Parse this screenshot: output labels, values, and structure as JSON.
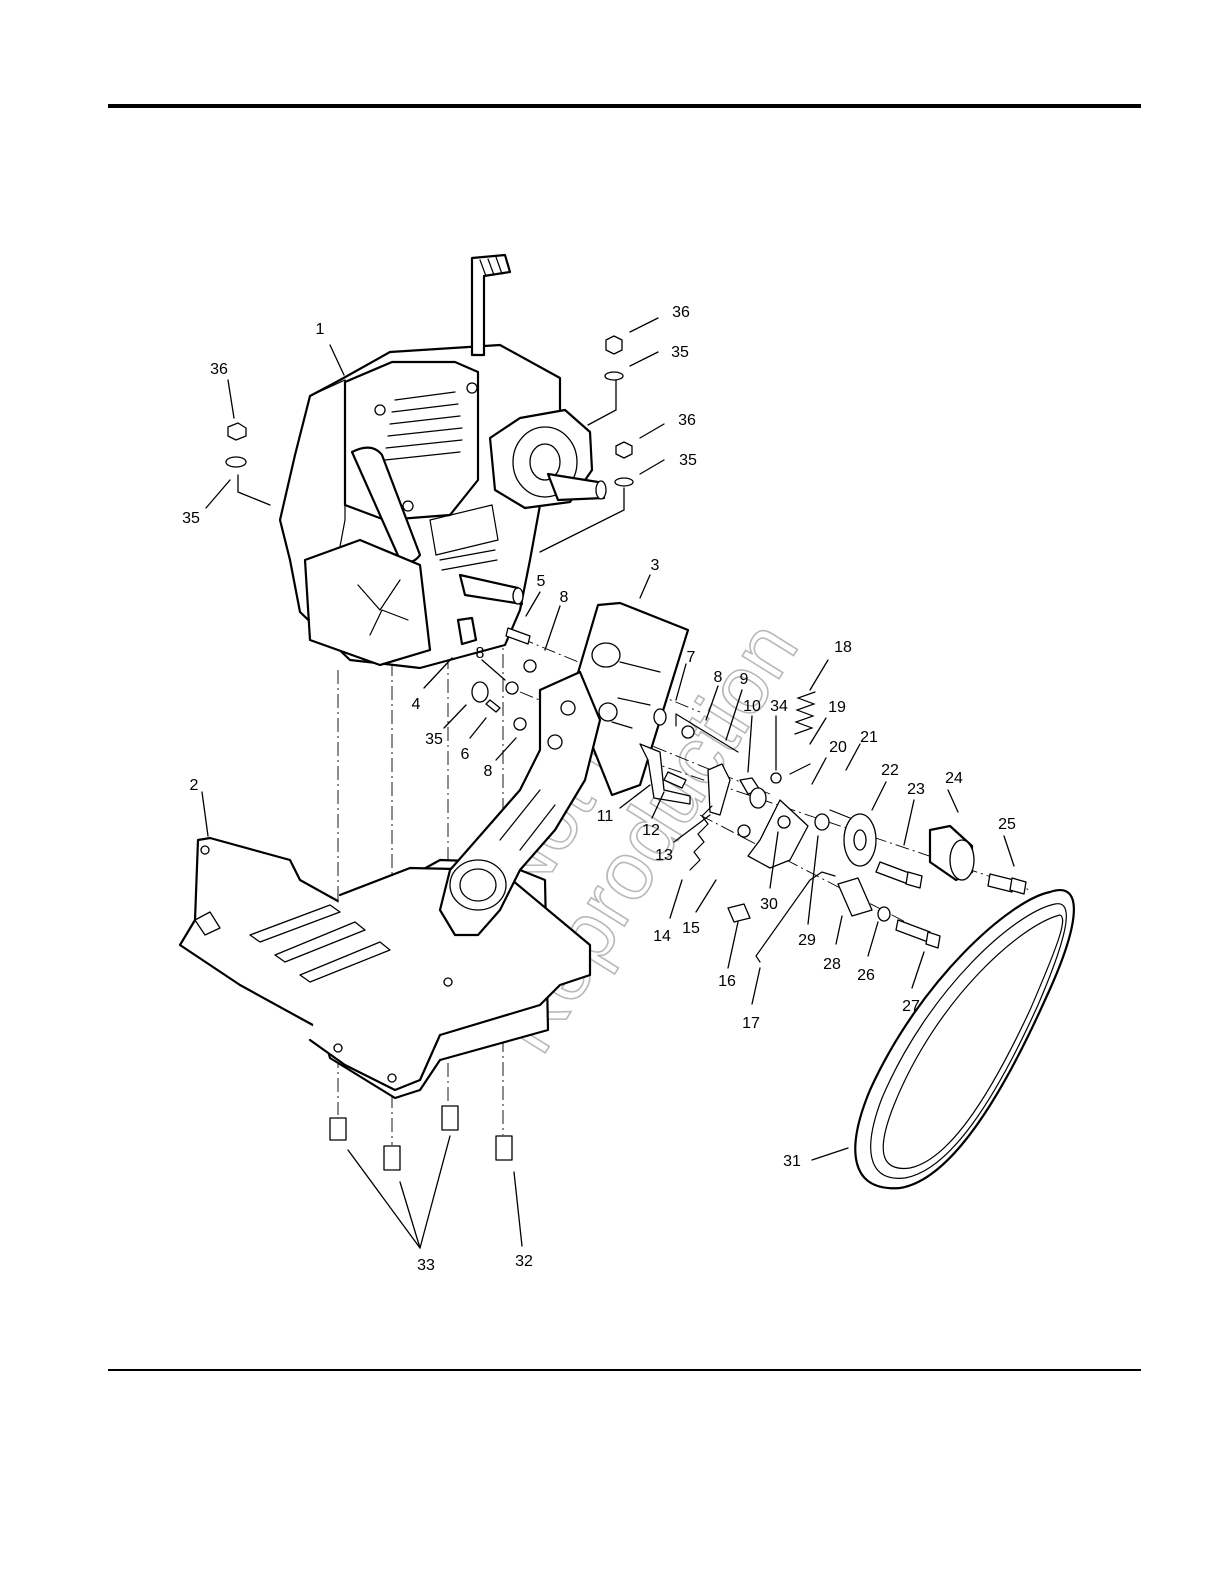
{
  "watermark": {
    "line1": "Not for",
    "line2": "Reproduction"
  },
  "callouts": {
    "c1": "1",
    "c2": "2",
    "c3": "3",
    "c4": "4",
    "c5": "5",
    "c6": "6",
    "c7": "7",
    "c8": "8",
    "c9": "9",
    "c10": "10",
    "c11": "11",
    "c12": "12",
    "c13": "13",
    "c14": "14",
    "c15": "15",
    "c16": "16",
    "c17": "17",
    "c18": "18",
    "c19": "19",
    "c20": "20",
    "c21": "21",
    "c22": "22",
    "c23": "23",
    "c24": "24",
    "c25": "25",
    "c26": "26",
    "c27": "27",
    "c28": "28",
    "c29": "29",
    "c30": "30",
    "c31": "31",
    "c32": "32",
    "c33": "33",
    "c34": "34",
    "c35": "35",
    "c36": "36"
  }
}
